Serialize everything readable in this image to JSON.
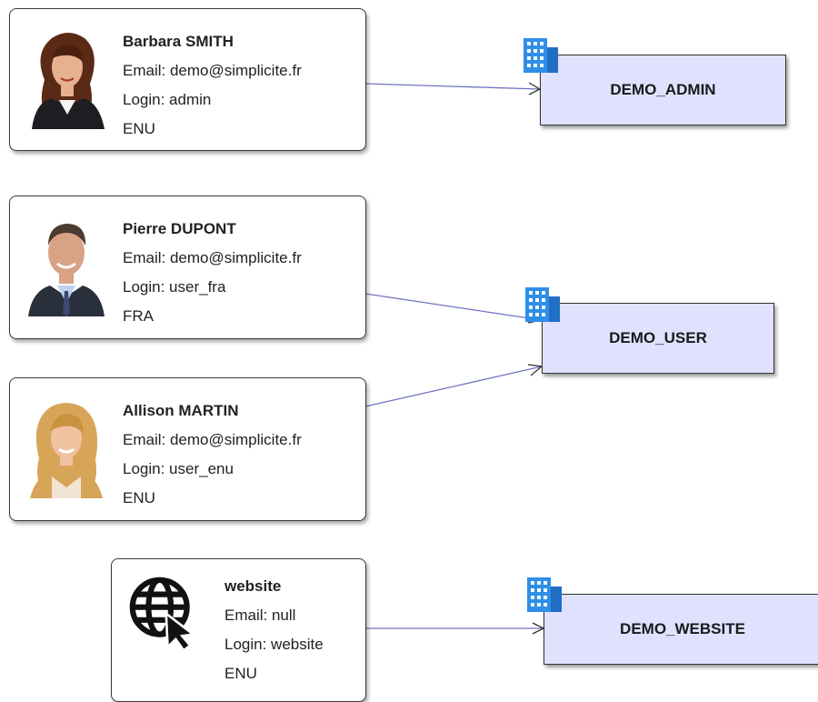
{
  "users": [
    {
      "name": "Barbara SMITH",
      "email": "Email: demo@simplicite.fr",
      "login": "Login: admin",
      "lang": "ENU",
      "avatar": "woman-portrait-photo"
    },
    {
      "name": "Pierre DUPONT",
      "email": "Email: demo@simplicite.fr",
      "login": "Login: user_fra",
      "lang": "FRA",
      "avatar": "man-portrait-photo"
    },
    {
      "name": "Allison MARTIN",
      "email": "Email: demo@simplicite.fr",
      "login": "Login: user_enu",
      "lang": "ENU",
      "avatar": "blonde-woman-portrait-photo"
    },
    {
      "name": "website",
      "email": "Email: null",
      "login": "Login: website",
      "lang": "ENU",
      "avatar": "globe-cursor-icon"
    }
  ],
  "groups": [
    {
      "name": "DEMO_ADMIN",
      "icon": "building-icon"
    },
    {
      "name": "DEMO_USER",
      "icon": "building-icon"
    },
    {
      "name": "DEMO_WEBSITE",
      "icon": "building-icon"
    }
  ],
  "links": [
    {
      "from": "Barbara SMITH",
      "to": "DEMO_ADMIN"
    },
    {
      "from": "Pierre DUPONT",
      "to": "DEMO_USER"
    },
    {
      "from": "Allison MARTIN",
      "to": "DEMO_USER"
    },
    {
      "from": "website",
      "to": "DEMO_WEBSITE"
    }
  ],
  "colors": {
    "group_fill": "#e0e1ff",
    "link": "#6f74c2",
    "building": "#2f8fe8"
  }
}
